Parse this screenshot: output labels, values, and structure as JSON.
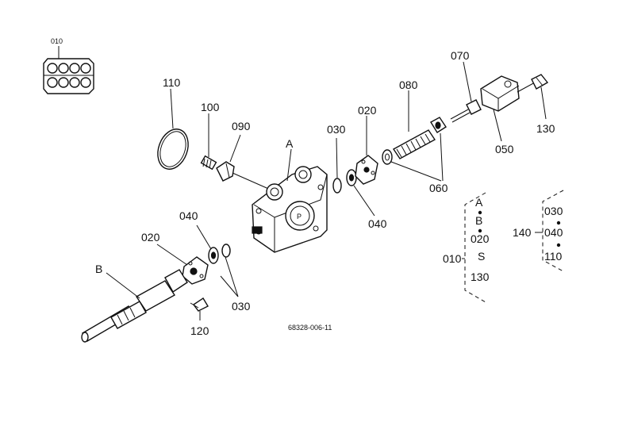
{
  "diagram": {
    "drawing_number": "68328-006-11",
    "parts": {
      "p010_top": "010",
      "p110": "110",
      "p100": "100",
      "p090": "090",
      "pA": "A",
      "p030_top": "030",
      "p020_top": "020",
      "p080": "080",
      "p070": "070",
      "p130": "130",
      "p050": "050",
      "p060": "060",
      "p040_top": "040",
      "p040_left": "040",
      "p020_left": "020",
      "pB": "B",
      "p030_bottom": "030",
      "p120": "120"
    },
    "legend": {
      "assembly": {
        "a": "A",
        "b": "B",
        "c020": "020",
        "tilde": "S",
        "c130": "130",
        "c010": "010"
      },
      "group": {
        "c030": "030",
        "c040": "040",
        "c110": "110",
        "c140": "140"
      }
    }
  }
}
